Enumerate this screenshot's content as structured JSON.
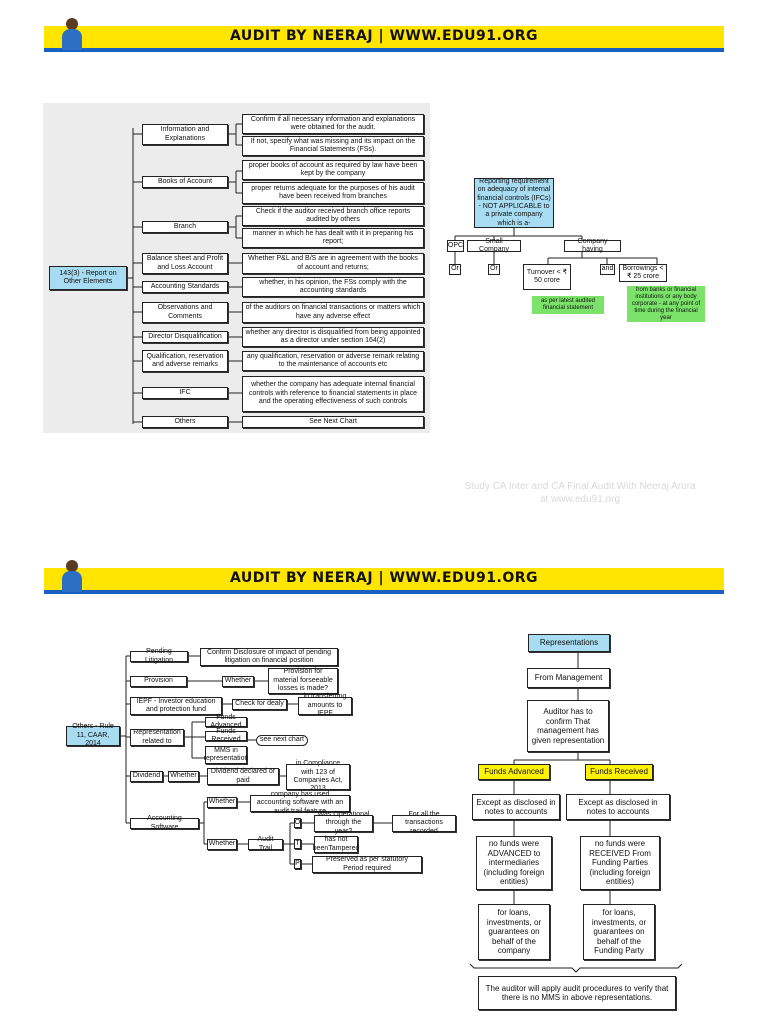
{
  "header": {
    "title": "AUDIT BY NEERAJ | WWW.EDU91.ORG"
  },
  "chart1": {
    "root": "143(3) - Report on Other Elements",
    "items": [
      {
        "label": "Information and Explanations",
        "details": [
          "Confirm if all necessary information and explanations were obtained for the audit.",
          "If not, specify what was missing and its impact on the Financial Statements (FSs)."
        ]
      },
      {
        "label": "Books of Account",
        "details": [
          "proper books of account as required by law have been kept by the company",
          "proper returns adequate for the purposes of his audit have been received from branches"
        ]
      },
      {
        "label": "Branch",
        "details": [
          "Check if the auditor received branch office reports audited by others",
          "manner in which he has dealt with it in preparing his report;"
        ]
      },
      {
        "label": "Balance sheet and Profit and Loss Account",
        "details": [
          "Whether P&L and B/S are in agreement with the books of account and returns;"
        ]
      },
      {
        "label": "Accounting Standards",
        "details": [
          "whether, in his opinion, the FSs comply with the accounting standards"
        ]
      },
      {
        "label": "Observations and Comments",
        "details": [
          "of the auditors on financial transactions or matters which have any adverse effect"
        ]
      },
      {
        "label": "Director Disqualification",
        "details": [
          "whether any director is disqualified from being appointed as a director under section 164(2)"
        ]
      },
      {
        "label": "Qualification, reservation and adverse remarks",
        "details": [
          "any qualification, reservation or adverse remark relating to the maintenance of accounts etc"
        ]
      },
      {
        "label": "IFC",
        "details": [
          "whether the company has adequate internal financial controls with reference to financial statements in place and the operating effectiveness of such controls"
        ]
      },
      {
        "label": "Others",
        "details": [
          "See Next Chart"
        ]
      }
    ]
  },
  "ifc": {
    "root": "Reporting requirement on adequacy of internal financial controls (IFCs) - NOT APPLICABLE to a private company which is a-",
    "opc": "OPC",
    "small": "Small Company",
    "having": "Company having",
    "or": "Or",
    "turnover": "Turnover < ₹ 50 crore",
    "and": "and",
    "borrowings": "Borrowings < ₹ 25 crore",
    "note_turnover": "as per latest audited financial statement",
    "note_borrowings": "from banks or financial institutions or any body corporate - at any point of time during the financial year"
  },
  "watermark": {
    "line1": "Study CA Inter and CA Final Audit With Neeraj Arora",
    "line2": "at www.edu91.org"
  },
  "chart2": {
    "root": "Others - Rule 11, CAAR, 2014",
    "pending": "Pending Litigation",
    "pending_detail": "Confirm Disclosure of impact of pending litigation on financial position",
    "provision": "Provision",
    "whether": "Whether",
    "provision_detail": "Provision for material forseeable losses is made?",
    "iepf": "IEPF - Investor education and protection fund",
    "check_delay": "Check for dealy",
    "iepf_detail": "in transferring amounts to IEPF",
    "representation": "Representation related to",
    "funds_advanced": "Funds Advanced",
    "funds_received": "Funds Received",
    "mms": "MMS in representation",
    "see_next": "see next chart",
    "dividend": "Dividend",
    "dividend_detail": "Dividend declared or paid",
    "dividend_compliance": "in Compliance with 123 of Companies Act, 2013",
    "software": "Accounting Software",
    "software_detail": "company has used accounting software with an audit trail feature",
    "audit_trail": "Audit Trail",
    "o": "O",
    "t": "T",
    "p": "P",
    "operational": "Was Operational through the year?",
    "for_all": "For all the transactions recorded",
    "tampered": "has not beenTampered",
    "preserved": "Preserved as per statutory Period required"
  },
  "rep": {
    "title": "Representations",
    "from": "From Management",
    "confirm": "Auditor has to confirm That management has given representation",
    "advanced": "Funds Advanced",
    "received": "Funds Received",
    "except_left": "Except as disclosed in notes to accounts",
    "except_right": "Except as disclosed in notes to accounts",
    "nofunds_left": "no funds were ADVANCED to intermediaries (including foreign entities)",
    "nofunds_right": "no funds were RECEIVED From Funding Parties (including foreign entities)",
    "loans_left": "for loans, investments, or guarantees on behalf of the company",
    "loans_right": "for loans, investments, or guarantees on behalf of the Funding Party",
    "final": "The auditor will apply audit procedures to verify that there is no MMS in above representations."
  }
}
